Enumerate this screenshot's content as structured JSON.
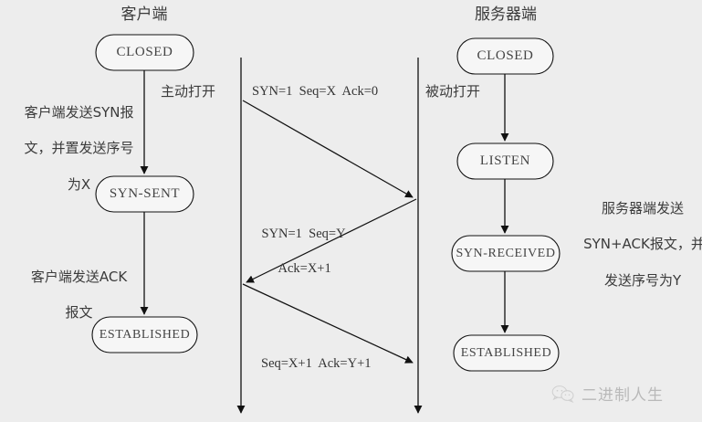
{
  "diagram": {
    "title_client": "客户端",
    "title_server": "服务器端",
    "background_color": "#ededed",
    "line_color": "#1a1a1a",
    "text_color": "#3a3a3a"
  },
  "client": {
    "states": [
      {
        "label": "CLOSED"
      },
      {
        "label": "SYN-SENT"
      },
      {
        "label": "ESTABLISHED"
      }
    ],
    "transition_labels": [
      "主动打开"
    ],
    "notes": [
      {
        "lines": [
          "客户端发送SYN报",
          "文，并置发送序号",
          "为X"
        ]
      },
      {
        "lines": [
          "客户端发送ACK",
          "报文"
        ]
      }
    ]
  },
  "server": {
    "states": [
      {
        "label": "CLOSED"
      },
      {
        "label": "LISTEN"
      },
      {
        "label": "SYN-RECEIVED"
      },
      {
        "label": "ESTABLISHED"
      }
    ],
    "transition_labels": [
      "被动打开"
    ],
    "notes": [
      {
        "lines": [
          "服务器端发送",
          "SYN+ACK报文，并置",
          "发送序号为Y"
        ]
      }
    ]
  },
  "messages": [
    {
      "id": "syn",
      "direction": "client-to-server",
      "lines": [
        "SYN=1  Seq=X  Ack=0"
      ]
    },
    {
      "id": "syn-ack",
      "direction": "server-to-client",
      "lines": [
        "SYN=1  Seq=Y",
        "Ack=X+1"
      ]
    },
    {
      "id": "ack",
      "direction": "client-to-server",
      "lines": [
        "Seq=X+1  Ack=Y+1"
      ]
    }
  ],
  "watermark": {
    "text": "二进制人生",
    "icon": "wechat-icon"
  }
}
